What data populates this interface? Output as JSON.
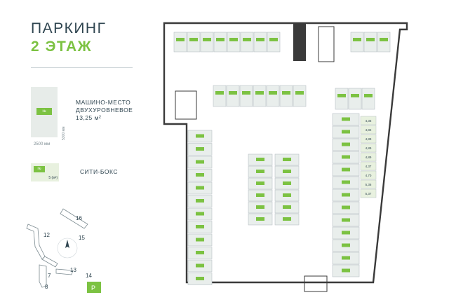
{
  "header": {
    "title": "ПАРКИНГ",
    "floor": "2 ЭТАЖ"
  },
  "legend": {
    "parking": {
      "chip": "№",
      "length": "5300 мм",
      "width": "2500 мм",
      "line1": "МАШИНО-МЕСТО",
      "line2": "ДВУХУРОВНЕВОЕ",
      "line3": "13,25 м²"
    },
    "citybox": {
      "chip": "№",
      "size": "5 (м²)",
      "label": "СИТИ-БОКС"
    }
  },
  "minimap": {
    "buildings": [
      "16",
      "12",
      "15",
      "13",
      "14",
      "7",
      "8"
    ],
    "parking_marker": "P"
  },
  "colors": {
    "accent": "#7cc242",
    "text": "#2f4550",
    "free": "#e9eeec",
    "wall": "#3a3a3a"
  },
  "plan": {
    "city_box_sizes": [
      "4,36",
      "4,82",
      "4,89",
      "4,89",
      "4,89",
      "4,37",
      "4,70",
      "5,36",
      "5,37"
    ]
  }
}
